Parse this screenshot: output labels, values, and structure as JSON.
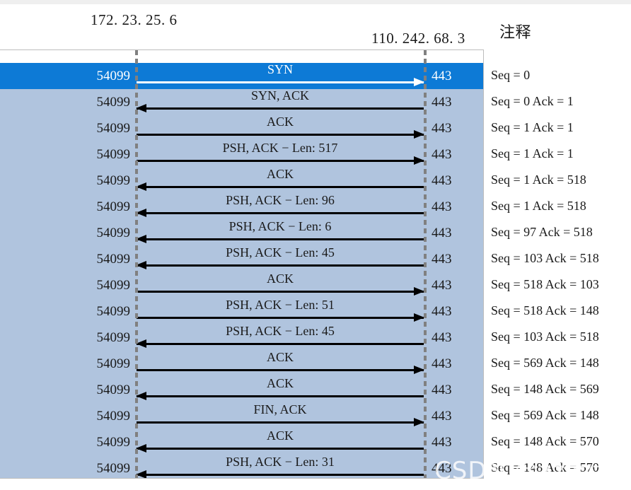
{
  "header": {
    "source_host": "172. 23. 25. 6",
    "destination_host": "110. 242. 68. 3",
    "notes_column_title": "注释"
  },
  "watermark": "CSDN @zzzzzec",
  "colors": {
    "selected_row": "#0d7ad6",
    "row_background": "#b0c4de",
    "lifeline": "#808080",
    "arrow": "#000000",
    "selected_arrow": "#ffffff",
    "page_background": "#ffffff",
    "top_strip": "#efefef",
    "table_border": "#bdbdbd"
  },
  "flow": {
    "source_port": "54099",
    "destination_port": "443",
    "rows": [
      {
        "label": "SYN",
        "direction": "right",
        "src_port": "54099",
        "dst_port": "443",
        "comment": "Seq = 0",
        "selected": true
      },
      {
        "label": "SYN,  ACK",
        "direction": "left",
        "src_port": "54099",
        "dst_port": "443",
        "comment": "Seq = 0 Ack = 1",
        "selected": false
      },
      {
        "label": "ACK",
        "direction": "right",
        "src_port": "54099",
        "dst_port": "443",
        "comment": "Seq = 1 Ack = 1",
        "selected": false
      },
      {
        "label": "PSH,  ACK − Len: 517",
        "direction": "right",
        "src_port": "54099",
        "dst_port": "443",
        "comment": "Seq = 1 Ack = 1",
        "selected": false
      },
      {
        "label": "ACK",
        "direction": "left",
        "src_port": "54099",
        "dst_port": "443",
        "comment": "Seq = 1 Ack = 518",
        "selected": false
      },
      {
        "label": "PSH,  ACK − Len: 96",
        "direction": "left",
        "src_port": "54099",
        "dst_port": "443",
        "comment": "Seq = 1 Ack = 518",
        "selected": false
      },
      {
        "label": "PSH,  ACK − Len: 6",
        "direction": "left",
        "src_port": "54099",
        "dst_port": "443",
        "comment": "Seq = 97 Ack = 518",
        "selected": false
      },
      {
        "label": "PSH,  ACK − Len: 45",
        "direction": "left",
        "src_port": "54099",
        "dst_port": "443",
        "comment": "Seq = 103 Ack = 518",
        "selected": false
      },
      {
        "label": "ACK",
        "direction": "right",
        "src_port": "54099",
        "dst_port": "443",
        "comment": "Seq = 518 Ack = 103",
        "selected": false
      },
      {
        "label": "PSH,  ACK − Len: 51",
        "direction": "right",
        "src_port": "54099",
        "dst_port": "443",
        "comment": "Seq = 518 Ack = 148",
        "selected": false
      },
      {
        "label": "PSH,  ACK − Len: 45",
        "direction": "left",
        "src_port": "54099",
        "dst_port": "443",
        "comment": "Seq = 103 Ack = 518",
        "selected": false
      },
      {
        "label": "ACK",
        "direction": "right",
        "src_port": "54099",
        "dst_port": "443",
        "comment": "Seq = 569 Ack = 148",
        "selected": false
      },
      {
        "label": "ACK",
        "direction": "left",
        "src_port": "54099",
        "dst_port": "443",
        "comment": "Seq = 148 Ack = 569",
        "selected": false
      },
      {
        "label": "FIN,  ACK",
        "direction": "right",
        "src_port": "54099",
        "dst_port": "443",
        "comment": "Seq = 569 Ack = 148",
        "selected": false
      },
      {
        "label": "ACK",
        "direction": "left",
        "src_port": "54099",
        "dst_port": "443",
        "comment": "Seq = 148 Ack = 570",
        "selected": false
      },
      {
        "label": "PSH,  ACK − Len: 31",
        "direction": "left",
        "src_port": "54099",
        "dst_port": "443",
        "comment": "Seq = 148 Ack = 570",
        "selected": false
      }
    ]
  }
}
